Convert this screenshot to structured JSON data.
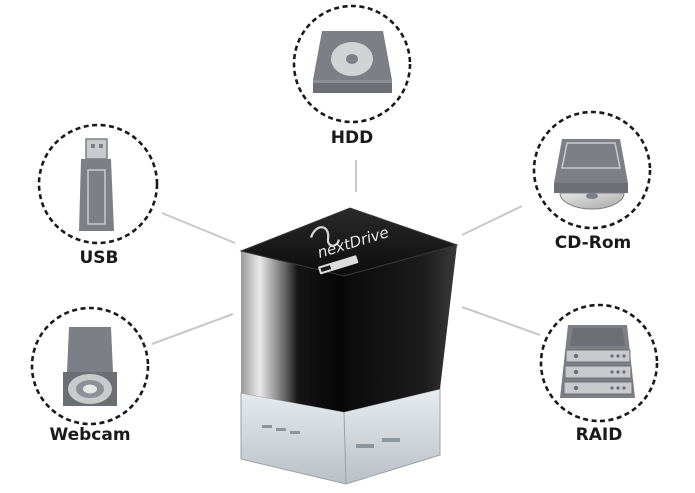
{
  "device": {
    "brand": "nextDrive",
    "brand_left": "next",
    "brand_right": "Drive"
  },
  "nodes": [
    {
      "key": "hdd",
      "label": "HDD",
      "icon": "hdd-icon"
    },
    {
      "key": "usb",
      "label": "USB",
      "icon": "usb-drive-icon"
    },
    {
      "key": "cdrom",
      "label": "CD-Rom",
      "icon": "cd-rom-icon"
    },
    {
      "key": "webcam",
      "label": "Webcam",
      "icon": "webcam-icon"
    },
    {
      "key": "raid",
      "label": "RAID",
      "icon": "raid-icon"
    }
  ],
  "colors": {
    "icon_fill": "#7d7f86",
    "icon_light": "#c9cacd",
    "connector": "#c8c8c8",
    "circle_dash": "#1a1a1a"
  }
}
